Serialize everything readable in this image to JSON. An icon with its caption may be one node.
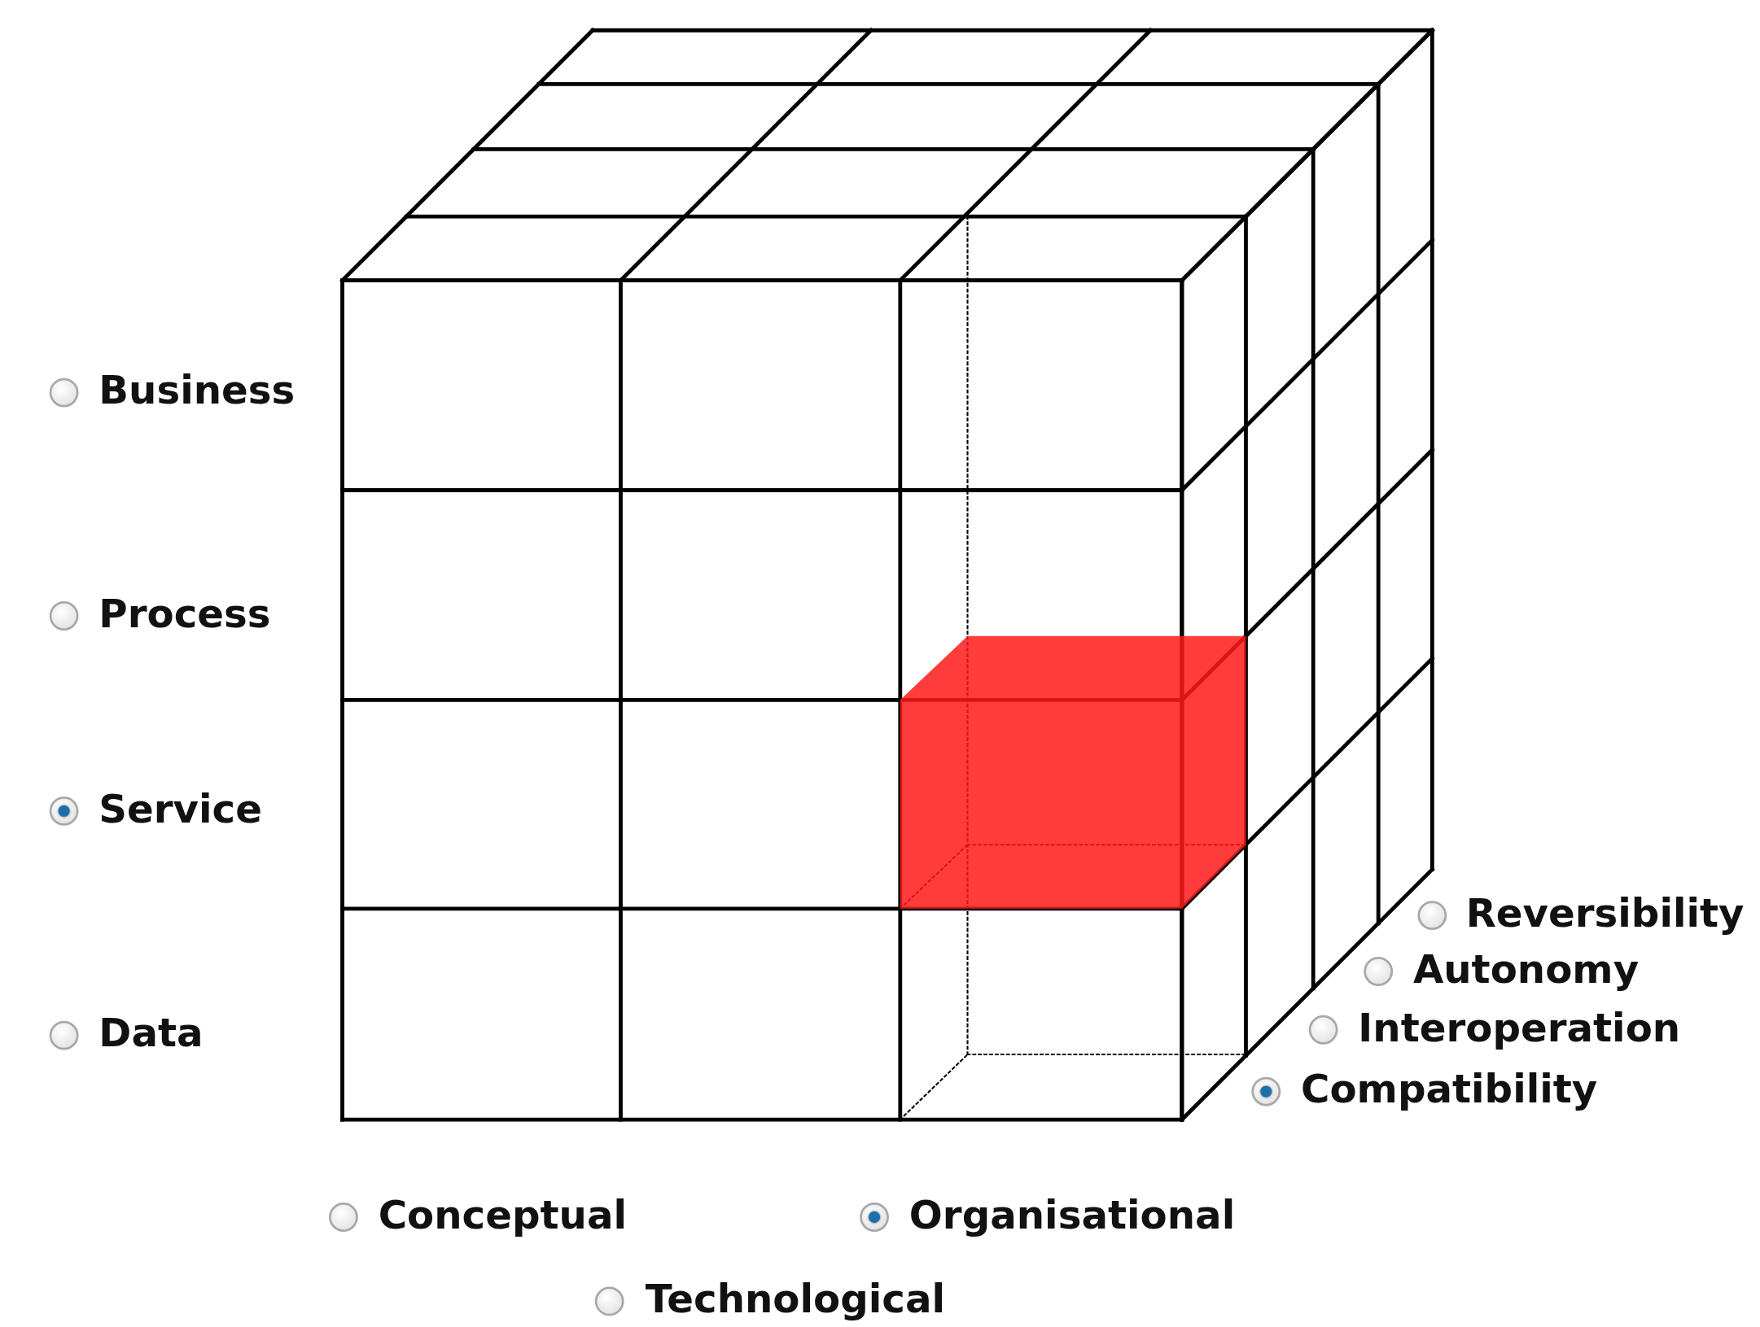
{
  "diagram": {
    "labels": [
      "Business",
      "Process",
      "Service",
      "Reversibility",
      "Autonomy",
      "Interoperation",
      "Data",
      "Compatibility",
      "Conceptual",
      "Organisational",
      "Technological"
    ]
  }
}
